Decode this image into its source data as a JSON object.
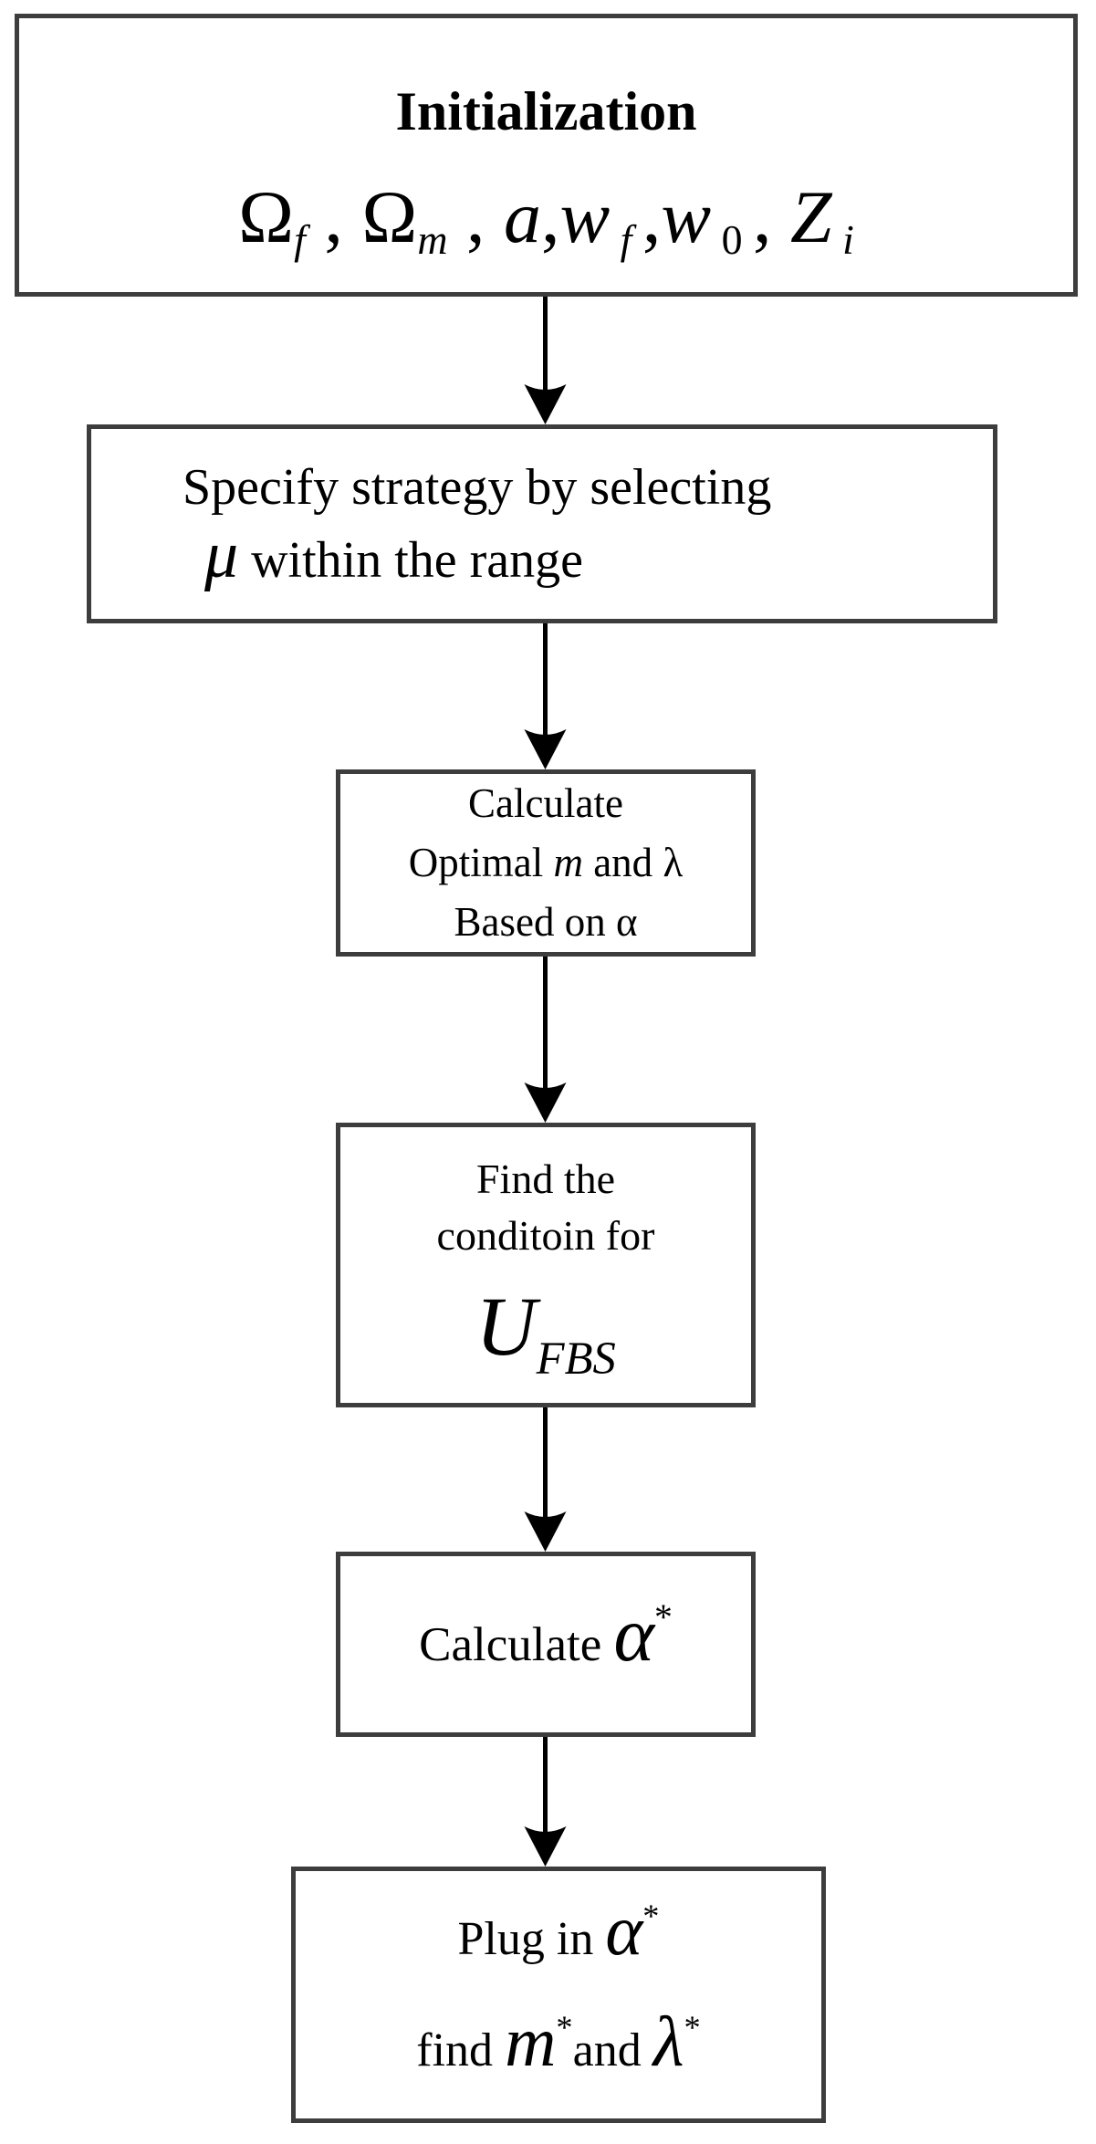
{
  "colors": {
    "background": "#ffffff",
    "box_border": "#3d3d3d",
    "text": "#000000",
    "arrow": "#000000"
  },
  "boxes": [
    {
      "id": "initialization",
      "lines": [
        {
          "segments": [
            {
              "t": "Initialization"
            }
          ]
        },
        {
          "segments": [
            {
              "t": "Ω"
            },
            {
              "t": "f",
              "c": "sub it"
            },
            {
              "t": " , "
            },
            {
              "t": "Ω"
            },
            {
              "t": "m",
              "c": "sub it"
            },
            {
              "t": " , "
            },
            {
              "t": "a",
              "c": "it"
            },
            {
              "t": ","
            },
            {
              "t": "w",
              "c": "it"
            },
            {
              "t": " f ",
              "c": "sub it"
            },
            {
              "t": ","
            },
            {
              "t": "w",
              "c": "it"
            },
            {
              "t": " 0 ",
              "c": "sub"
            },
            {
              "t": ", "
            },
            {
              "t": "Z",
              "c": "it"
            },
            {
              "t": " i",
              "c": "sub it"
            }
          ]
        }
      ]
    },
    {
      "id": "specify-strategy",
      "lines": [
        {
          "segments": [
            {
              "t": "Specify strategy by selecting"
            }
          ]
        },
        {
          "segments": [
            {
              "t": "μ",
              "c": "lg it"
            },
            {
              "t": " within the range"
            }
          ]
        }
      ]
    },
    {
      "id": "calculate-optimal-m-lambda",
      "lines": [
        {
          "segments": [
            {
              "t": "Calculate"
            }
          ]
        },
        {
          "segments": [
            {
              "t": "Optimal "
            },
            {
              "t": "m",
              "c": "it"
            },
            {
              "t": " and "
            },
            {
              "t": "λ"
            }
          ]
        },
        {
          "segments": [
            {
              "t": "Based on "
            },
            {
              "t": "α"
            }
          ]
        }
      ]
    },
    {
      "id": "find-condition-ufbs",
      "lines": [
        {
          "segments": [
            {
              "t": "Find the"
            }
          ]
        },
        {
          "segments": [
            {
              "t": "conditoin for"
            }
          ]
        },
        {
          "segments": [
            {
              "t": "U",
              "c": "it"
            },
            {
              "t": "FBS",
              "c": "sub it"
            }
          ]
        }
      ]
    },
    {
      "id": "calculate-alpha-star",
      "lines": [
        {
          "segments": [
            {
              "t": "Calculate "
            },
            {
              "t": "α",
              "c": "lg it"
            },
            {
              "t": "*",
              "c": "sup"
            }
          ]
        }
      ]
    },
    {
      "id": "plug-in-alpha-star",
      "lines": [
        {
          "segments": [
            {
              "t": "Plug in "
            },
            {
              "t": "α",
              "c": "lg it"
            },
            {
              "t": "*",
              "c": "sup"
            }
          ]
        },
        {
          "segments": [
            {
              "t": "find "
            },
            {
              "t": "m",
              "c": "lg it"
            },
            {
              "t": "*",
              "c": "sup"
            },
            {
              "t": "and "
            },
            {
              "t": "λ",
              "c": "lg it"
            },
            {
              "t": "*",
              "c": "sup"
            }
          ]
        }
      ]
    }
  ]
}
